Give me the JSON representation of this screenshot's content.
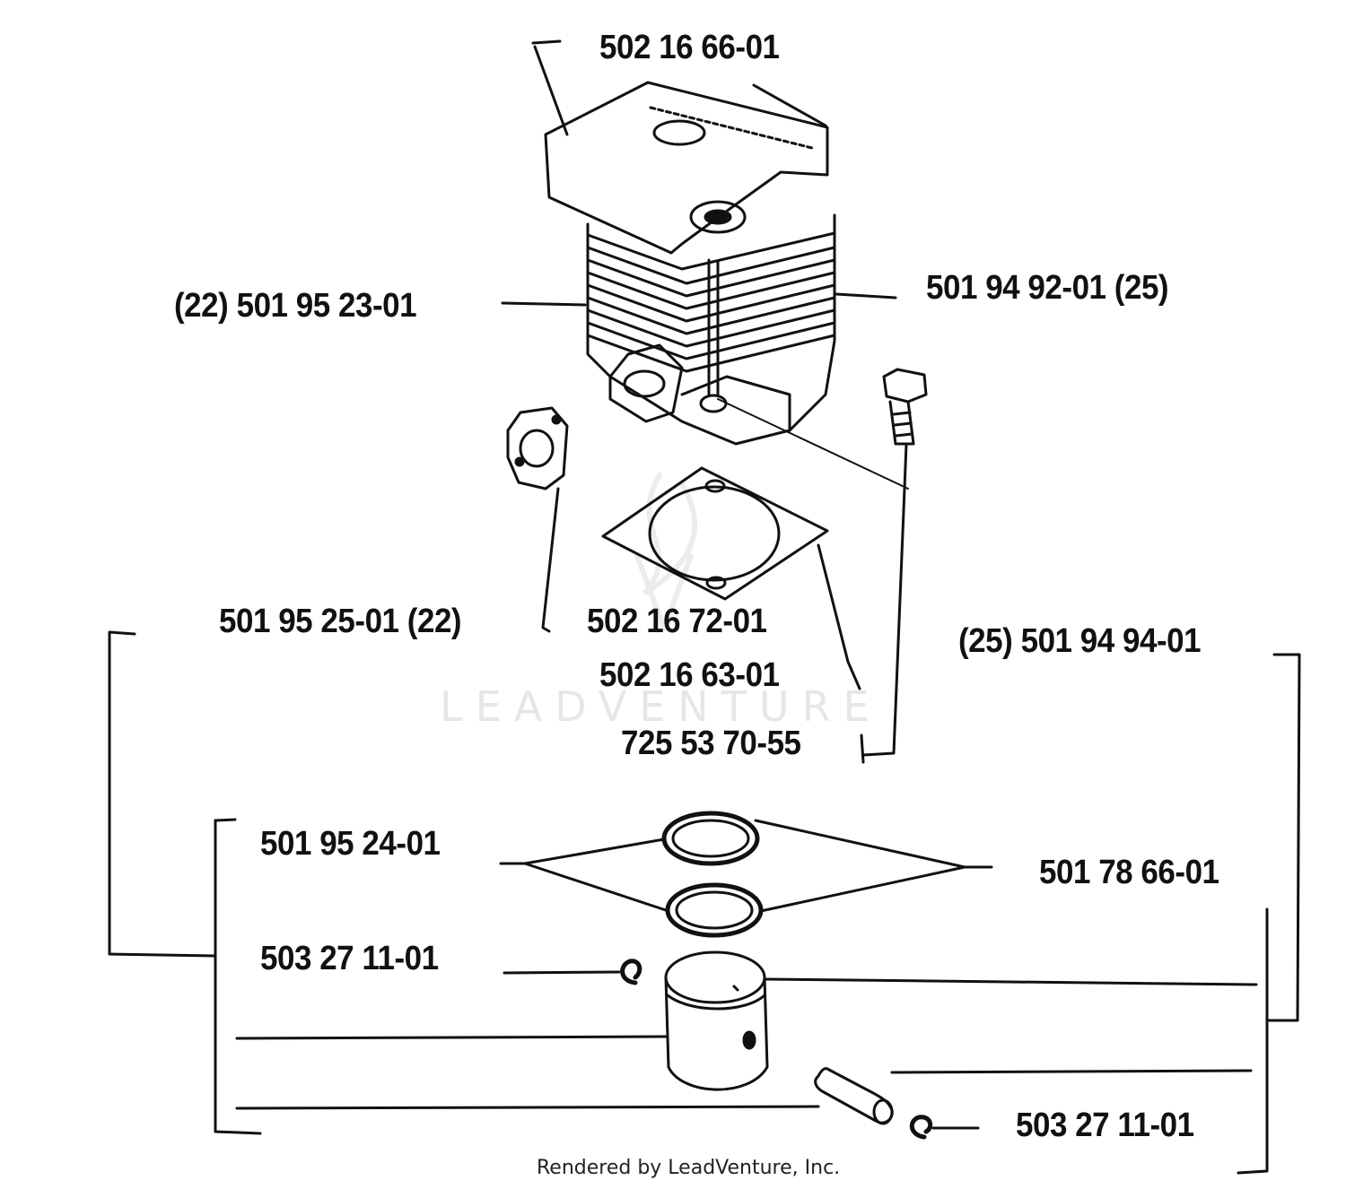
{
  "watermark": "LEADVENTURE",
  "footer": "Rendered by LeadVenture, Inc.",
  "colors": {
    "ink": "#111111",
    "watermark": "#e6e6e6",
    "background": "#ffffff"
  },
  "callouts": {
    "cylinder_cover": "502 16 66-01",
    "cylinder_left": "(22) 501 95 23-01",
    "cylinder_right": "501 94 92-01 (25)",
    "exhaust_gasket": "501 95 25-01 (22)",
    "base_gasket_a": "502 16 72-01",
    "base_gasket_b": "502 16 63-01",
    "screw": "725 53 70-55",
    "piston_kit_right": "(25) 501 94 94-01",
    "piston_kit_left": "501 95 24-01",
    "piston_ring": "501 78 66-01",
    "circlip_top": "503 27 11-01",
    "circlip_bottom": "503 27 11-01"
  }
}
